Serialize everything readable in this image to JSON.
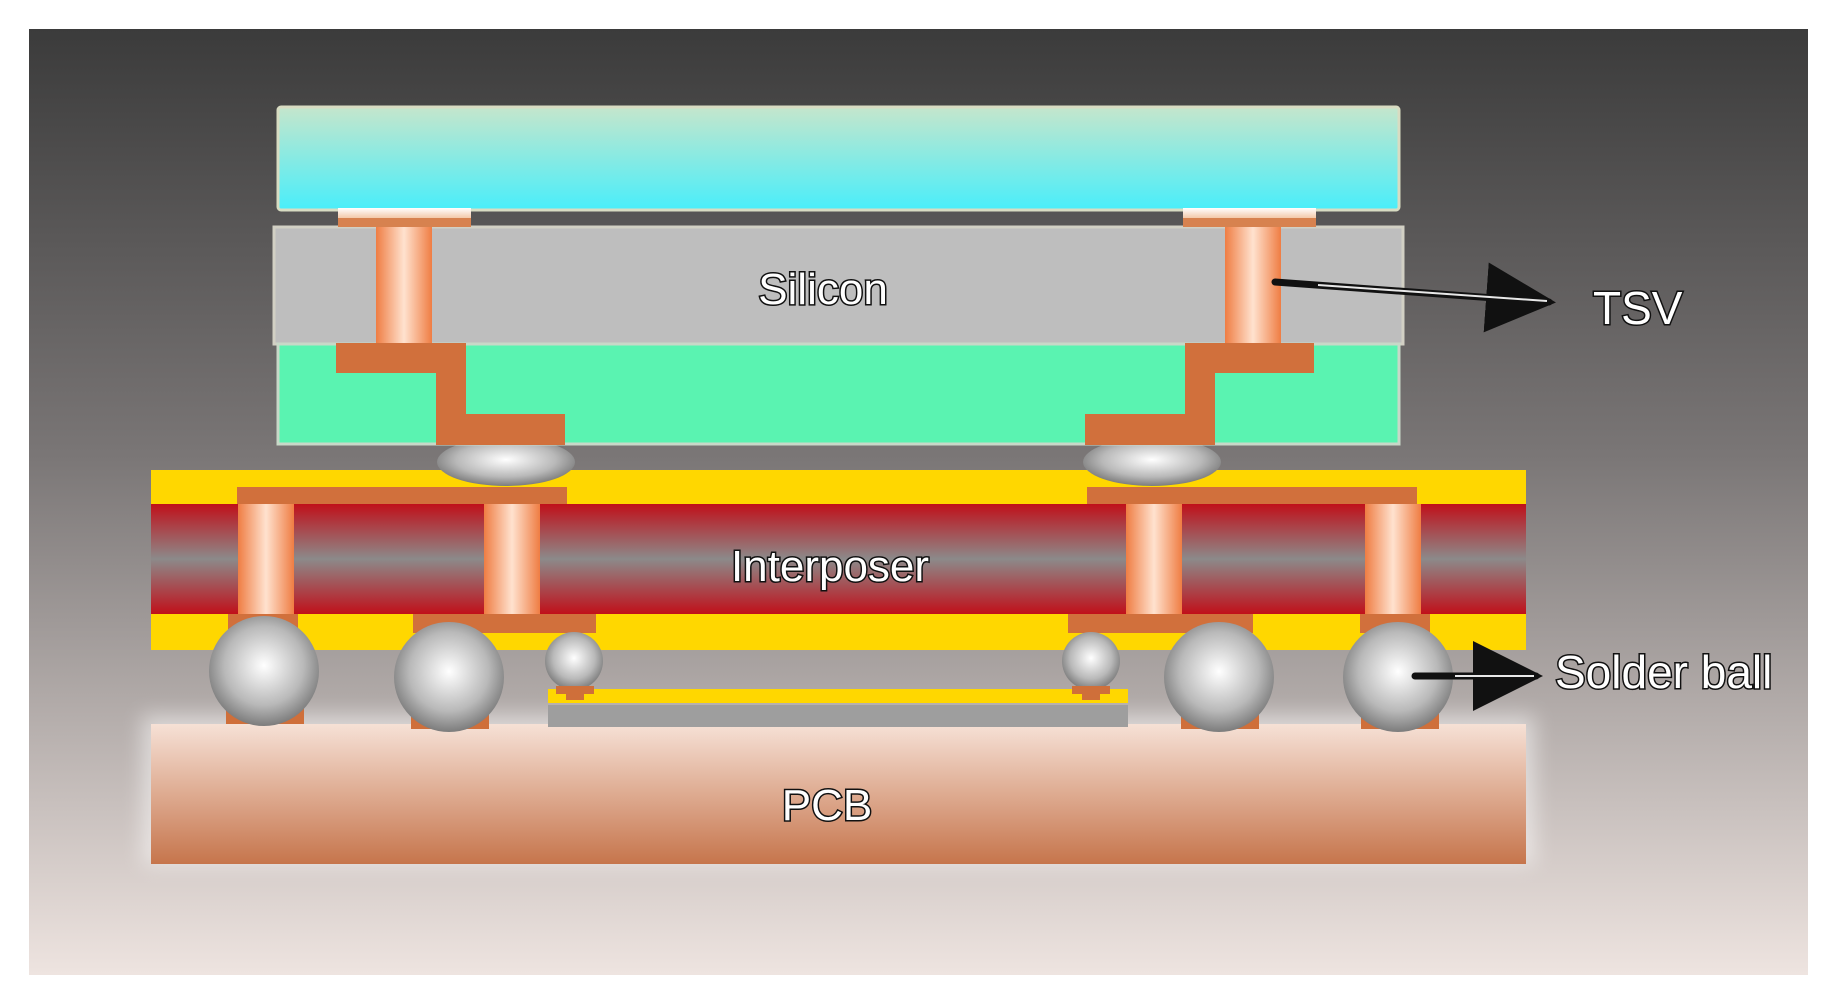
{
  "labels": {
    "silicon": "Silicon",
    "interposer": "Interposer",
    "pcb": "PCB",
    "tsv": "TSV",
    "solder_ball": "Solder ball"
  },
  "colors": {
    "background_top": "#3a3a3a",
    "background_bottom": "#ede3df",
    "die_top_layer": "#55e8f4",
    "silicon": "#bdbdbd",
    "die_bottom_layer": "#5cf3b2",
    "interposer_outer": "#ffd700",
    "interposer_core_edge": "#c0121c",
    "interposer_core_mid": "#8a8a8a",
    "copper": "#d3743f",
    "pcb": "#c97d57",
    "solder": "#b8b8b8"
  }
}
